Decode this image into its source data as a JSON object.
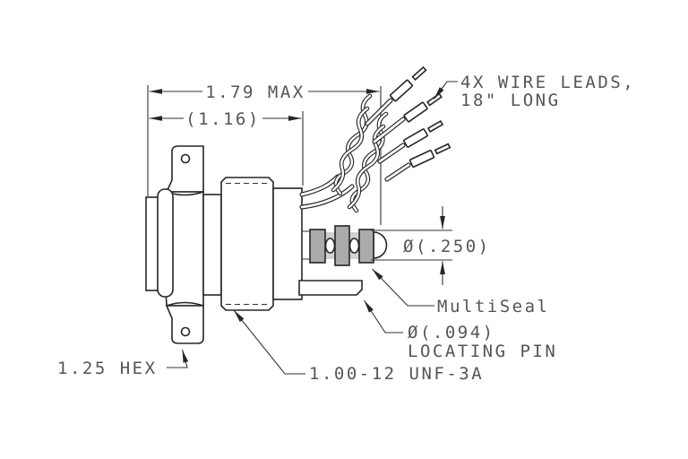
{
  "drawing": {
    "title": "connector-side-view-technical-drawing",
    "dimensions": {
      "overall_length": "1.79 MAX",
      "body_length": "(1.16)",
      "seal_diameter": "Ø(.250)",
      "pin_diameter": "Ø(.094)",
      "hex_size": "1.25 HEX",
      "thread_spec": "1.00-12 UNF-3A"
    },
    "labels": {
      "wire_leads_line1": "4X WIRE LEADS,",
      "wire_leads_line2": "18\" LONG",
      "multiseal": "MultiSeal",
      "locating_pin": "LOCATING PIN"
    },
    "colors": {
      "line": "#262626",
      "text": "#555555",
      "seal_fill": "#ababab",
      "seal_gap_fill": "#d2d2d2",
      "background": "#ffffff"
    }
  }
}
